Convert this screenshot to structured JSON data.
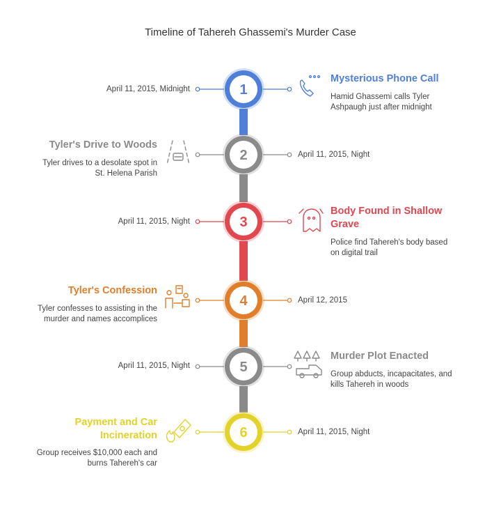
{
  "title": "Timeline of Tahereh Ghassemi's Murder Case",
  "events": [
    {
      "number": "1",
      "date": "April 11, 2015, Midnight",
      "title": "Mysterious Phone Call",
      "description": "Hamid Ghassemi calls Tyler Ashpaugh just after midnight",
      "color": "#4f7fd9",
      "icon": "phone-call-icon"
    },
    {
      "number": "2",
      "date": "April 11, 2015, Night",
      "title": "Tyler's Drive to Woods",
      "description": "Tyler drives to a desolate spot in St. Helena Parish",
      "color": "#8a8a8a",
      "icon": "road-car-icon"
    },
    {
      "number": "3",
      "date": "April 11, 2015, Night",
      "title": "Body Found in Shallow Grave",
      "description": "Police find Tahereh's body based on digital trail",
      "color": "#e0474f",
      "icon": "ghost-grave-icon"
    },
    {
      "number": "4",
      "date": "April 12, 2015",
      "title": "Tyler's Confession",
      "description": "Tyler confesses to assisting in the murder and names accomplices",
      "color": "#e07f2b",
      "icon": "confession-icon"
    },
    {
      "number": "5",
      "date": "April 11, 2015, Night",
      "title": "Murder Plot Enacted",
      "description": "Group abducts, incapacitates, and kills Tahereh in woods",
      "color": "#8a8a8a",
      "icon": "truck-trees-icon"
    },
    {
      "number": "6",
      "date": "April 11, 2015, Night",
      "title": "Payment and Car Incineration",
      "description": "Group receives $10,000 each and burns Tahereh's car",
      "color": "#e3d22a",
      "icon": "money-fire-icon"
    }
  ]
}
